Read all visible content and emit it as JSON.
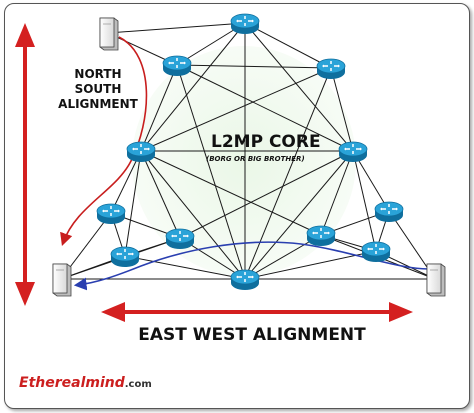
{
  "diagram": {
    "core_title": "L2MP CORE",
    "core_subtitle": "(BORG OR BIG BROTHER)",
    "north_south_lines": [
      "NORTH",
      "SOUTH",
      "ALIGNMENT"
    ],
    "east_west_label": "EAST WEST ALIGNMENT",
    "brand_prefix": "Etherealmind",
    "brand_suffix": ".com",
    "colors": {
      "router": "#2aa3d8",
      "router_dark": "#0f6f9e",
      "axis_arrow": "#d42020",
      "north_south_flow": "#c81e1e",
      "east_west_flow": "#2a3fb0",
      "core_glow": "#dff2dd"
    },
    "icons": [
      "router-icon",
      "server-icon"
    ]
  }
}
